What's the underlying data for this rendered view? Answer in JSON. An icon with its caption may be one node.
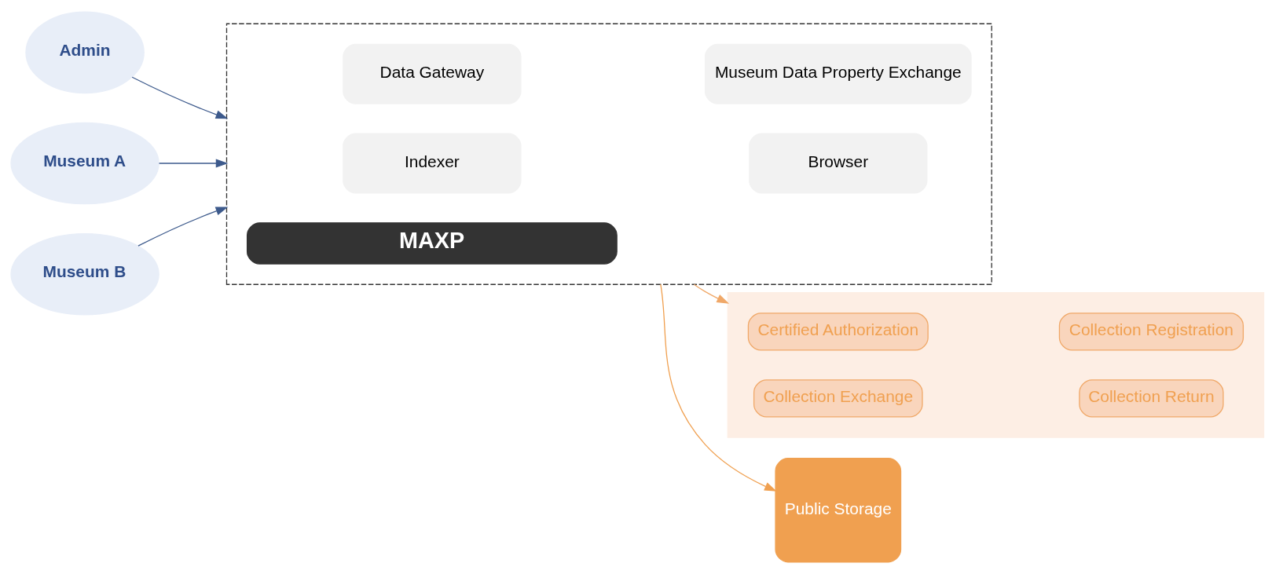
{
  "diagram": {
    "nodes": [
      {
        "text": [
          "Admin"
        ]
      },
      {
        "text": [
          "Museum A"
        ]
      },
      {
        "text": [
          "Museum B"
        ]
      },
      {
        "text": [],
        "shape": "box"
      },
      {
        "text": [
          "Indexer"
        ],
        "in": 3
      },
      {
        "text": [
          "Browser"
        ],
        "in": 3
      },
      {
        "text": [
          "Data Gateway"
        ],
        "in": 3
      },
      {
        "text": [
          "Museum Data Property Exchange"
        ],
        "in": 3
      },
      {
        "text": [
          "MAXP"
        ],
        "in": 3
      },
      {
        "text": [],
        "shape": "box"
      },
      {
        "text": [
          "Certified Authorization"
        ],
        "in": 9
      },
      {
        "text": [
          "Collection Registration"
        ],
        "in": 9
      },
      {
        "text": [
          "Collection Exchange"
        ],
        "in": 9
      },
      {
        "text": [
          "Collection Return"
        ],
        "in": 9
      },
      {
        "text": [
          "Public Storage"
        ]
      }
    ],
    "edges": [
      {
        "from": 0,
        "to": 3,
        "arrow": "to",
        "color": "#3d5a8c"
      },
      {
        "from": 1,
        "to": 3,
        "arrow": "to",
        "color": "#3d5a8c"
      },
      {
        "from": 2,
        "to": 3,
        "arrow": "to",
        "color": "#3d5a8c"
      },
      {
        "from": 3,
        "to": 9,
        "arrow": "to",
        "color": "#f0a868"
      },
      {
        "from": 3,
        "to": 14,
        "arrow": "to",
        "color": "#f0a050"
      }
    ]
  }
}
